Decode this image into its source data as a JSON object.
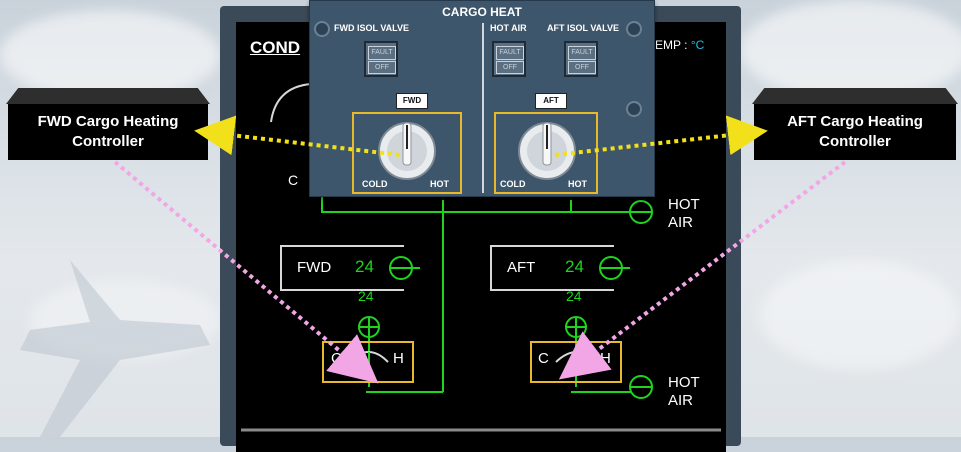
{
  "panel": {
    "title": "CARGO HEAT",
    "fwd_isol_label": "FWD ISOL VALVE",
    "hot_air_label": "HOT AIR",
    "aft_isol_label": "AFT ISOL VALVE",
    "fault": "FAULT",
    "off": "OFF",
    "fwd_tag": "FWD",
    "aft_tag": "AFT",
    "cold": "COLD",
    "hot": "HOT"
  },
  "ecam": {
    "title_partial": "COND",
    "temp_label": "EMP :",
    "temp_unit": "°C",
    "partial_c": "C",
    "hot_air_1": "HOT",
    "hot_air_2": "AIR",
    "fwd_zone": {
      "name": "FWD",
      "temp": "24",
      "duct_temp": "24"
    },
    "aft_zone": {
      "name": "AFT",
      "temp": "24",
      "duct_temp": "24"
    },
    "gauge_c": "C",
    "gauge_h": "H"
  },
  "callouts": {
    "fwd": [
      "FWD Cargo Heating",
      "Controller"
    ],
    "aft": [
      "AFT Cargo Heating",
      "Controller"
    ]
  },
  "colors": {
    "ecam_green": "#1fd41f",
    "amber_box": "#e8b92a",
    "yellow_dots": "#f2e11a",
    "pink_dots": "#f2a6e6",
    "cyan_unit": "#19c3e0"
  }
}
